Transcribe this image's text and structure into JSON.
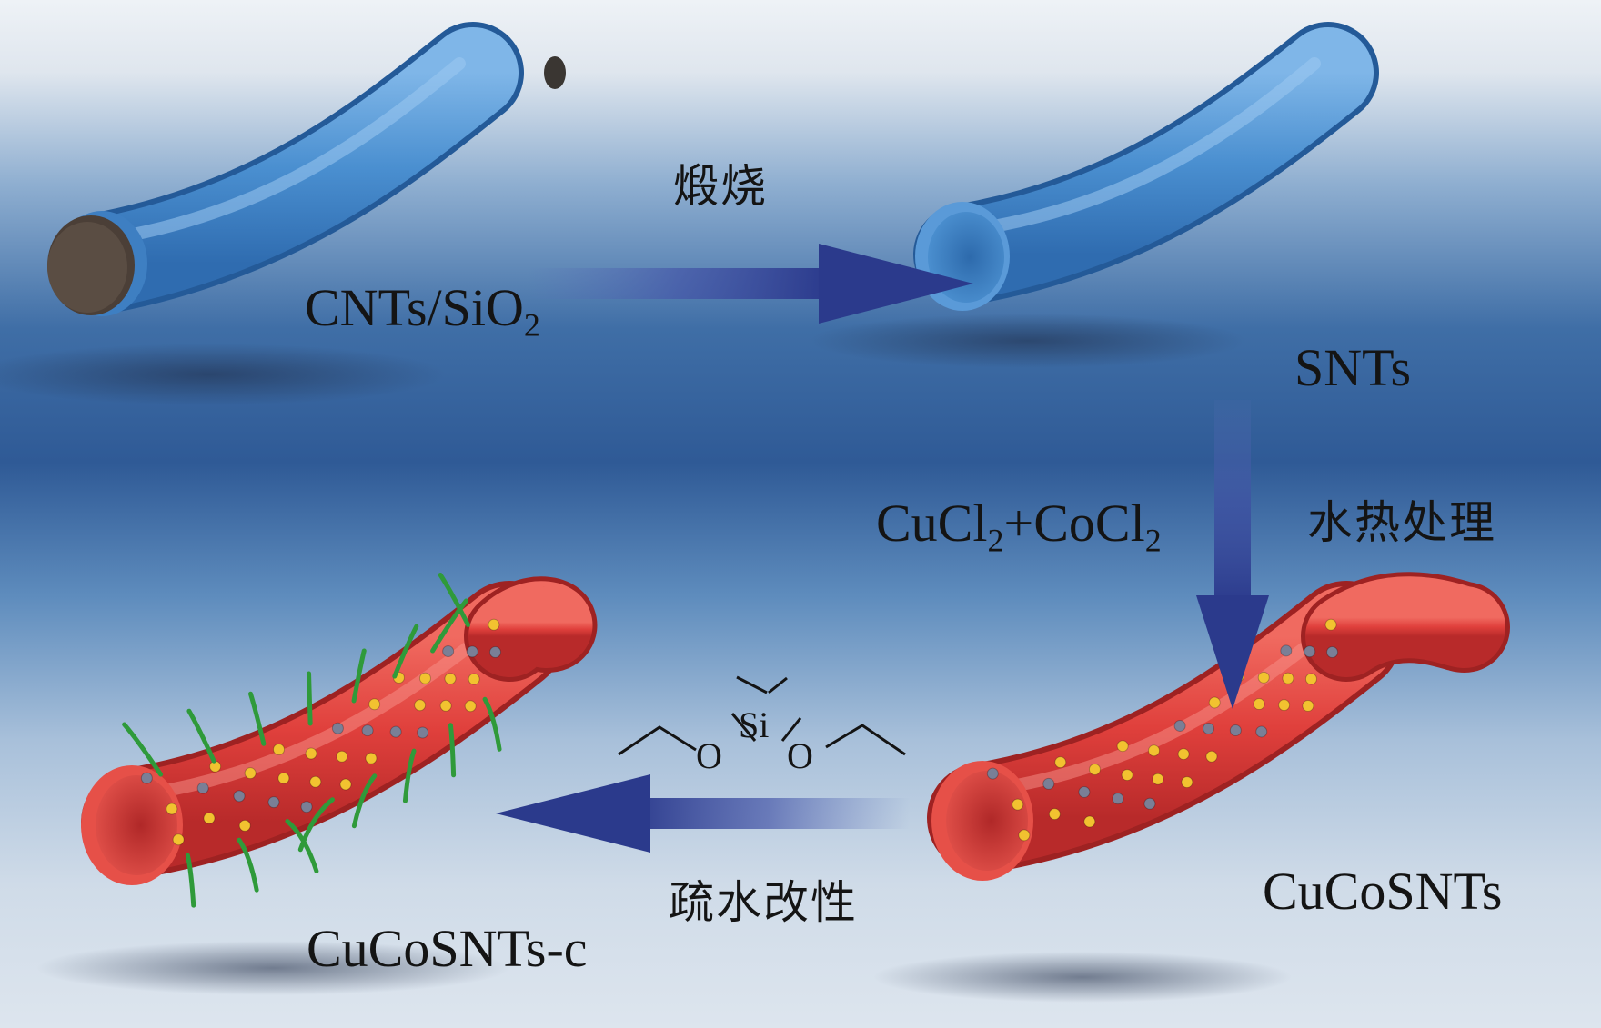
{
  "steps": {
    "calcination": {
      "label": "煅烧"
    },
    "hydrothermal": {
      "label": "水热处理"
    },
    "hydrophobic": {
      "label": "疏水改性"
    }
  },
  "products": {
    "cnts_sio2": {
      "base": "CNTs/SiO",
      "sub": "2"
    },
    "snts": {
      "label": "SNTs"
    },
    "cucosnts": {
      "label": "CuCoSNTs"
    },
    "cucosnts_c": {
      "label": "CuCoSNTs-c"
    }
  },
  "reagents": {
    "salts": {
      "a": "CuCl",
      "a_sub": "2",
      "plus": "+CoCl",
      "b_sub": "2"
    },
    "silane": {
      "si": "Si",
      "o_left": "O",
      "o_right": "O"
    }
  },
  "colors": {
    "tube_blue": "#4a90d0",
    "tube_red": "#e0403c",
    "core_brown": "#4b3f37",
    "arrow": "#2b3a8c",
    "chain_green": "#2f9a3a",
    "dot_yellow": "#f2c230",
    "dot_gray": "#7a7f96"
  }
}
